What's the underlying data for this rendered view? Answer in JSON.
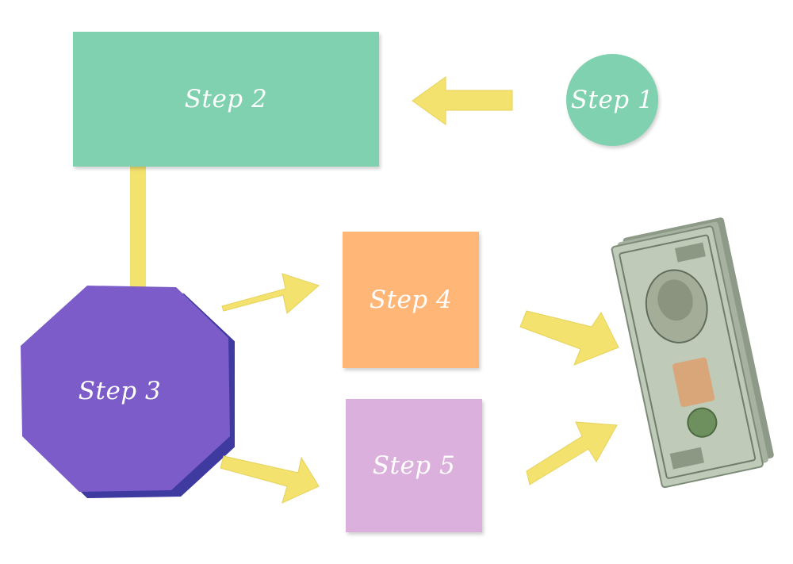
{
  "diagram": {
    "nodes": [
      {
        "id": "step1",
        "label": "Step 1",
        "shape": "circle",
        "color": "#7fd1b0"
      },
      {
        "id": "step2",
        "label": "Step 2",
        "shape": "rectangle",
        "color": "#7fd1b0"
      },
      {
        "id": "step3",
        "label": "Step 3",
        "shape": "octagon",
        "color": "#7b5cc8"
      },
      {
        "id": "step4",
        "label": "Step 4",
        "shape": "square",
        "color": "#ffb677"
      },
      {
        "id": "step5",
        "label": "Step 5",
        "shape": "square",
        "color": "#dcb0dc"
      },
      {
        "id": "money",
        "label": "",
        "shape": "banknote-stack",
        "color": "#b9c7b0"
      }
    ],
    "edges": [
      {
        "from": "step1",
        "to": "step2",
        "style": "arrow",
        "color": "#f3e26e"
      },
      {
        "from": "step2",
        "to": "step3",
        "style": "line",
        "color": "#f3e26e"
      },
      {
        "from": "step3",
        "to": "step4",
        "style": "arrow",
        "color": "#f3e26e"
      },
      {
        "from": "step3",
        "to": "step5",
        "style": "arrow",
        "color": "#f3e26e"
      },
      {
        "from": "step4",
        "to": "money",
        "style": "arrow",
        "color": "#f3e26e"
      },
      {
        "from": "step5",
        "to": "money",
        "style": "arrow",
        "color": "#f3e26e"
      }
    ],
    "money_icon": "dollar-bills-icon"
  }
}
